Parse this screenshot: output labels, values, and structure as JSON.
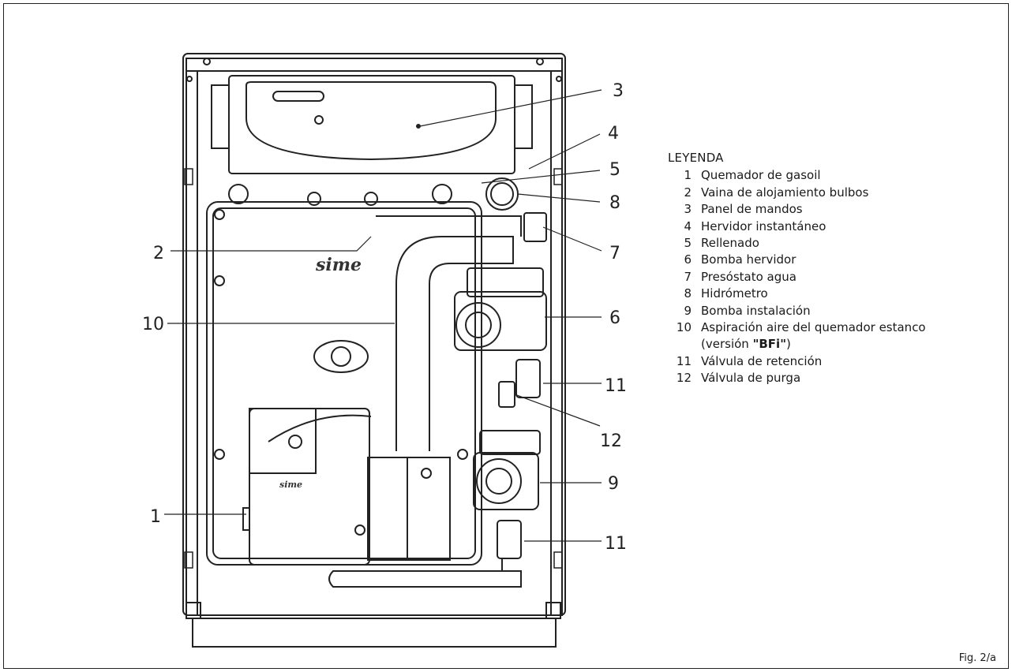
{
  "legend": {
    "title": "LEYENDA",
    "items": [
      {
        "num": "1",
        "text": "Quemador de gasoil"
      },
      {
        "num": "2",
        "text": "Vaina de alojamiento bulbos"
      },
      {
        "num": "3",
        "text": "Panel de mandos"
      },
      {
        "num": "4",
        "text": "Hervidor instantáneo"
      },
      {
        "num": "5",
        "text": "Rellenado"
      },
      {
        "num": "6",
        "text": "Bomba hervidor"
      },
      {
        "num": "7",
        "text": "Presóstato agua"
      },
      {
        "num": "8",
        "text": "Hidrómetro"
      },
      {
        "num": "9",
        "text": "Bomba instalación"
      },
      {
        "num": "10",
        "text": "Aspiración aire del quemador estanco"
      }
    ],
    "item10_cont_pre": "(versión ",
    "item10_cont_bold": "\"BFi\"",
    "item10_cont_post": ")",
    "items_after": [
      {
        "num": "11",
        "text": "Válvula de retención"
      },
      {
        "num": "12",
        "text": "Válvula de purga"
      }
    ]
  },
  "callouts": {
    "c1": "1",
    "c2": "2",
    "c3": "3",
    "c4": "4",
    "c5": "5",
    "c6": "6",
    "c7": "7",
    "c8": "8",
    "c9": "9",
    "c10": "10",
    "c11a": "11",
    "c11b": "11",
    "c12": "12"
  },
  "logos": {
    "panel_logo": "sime",
    "burner_logo": "sime"
  },
  "figure_label": "Fig. 2/a"
}
